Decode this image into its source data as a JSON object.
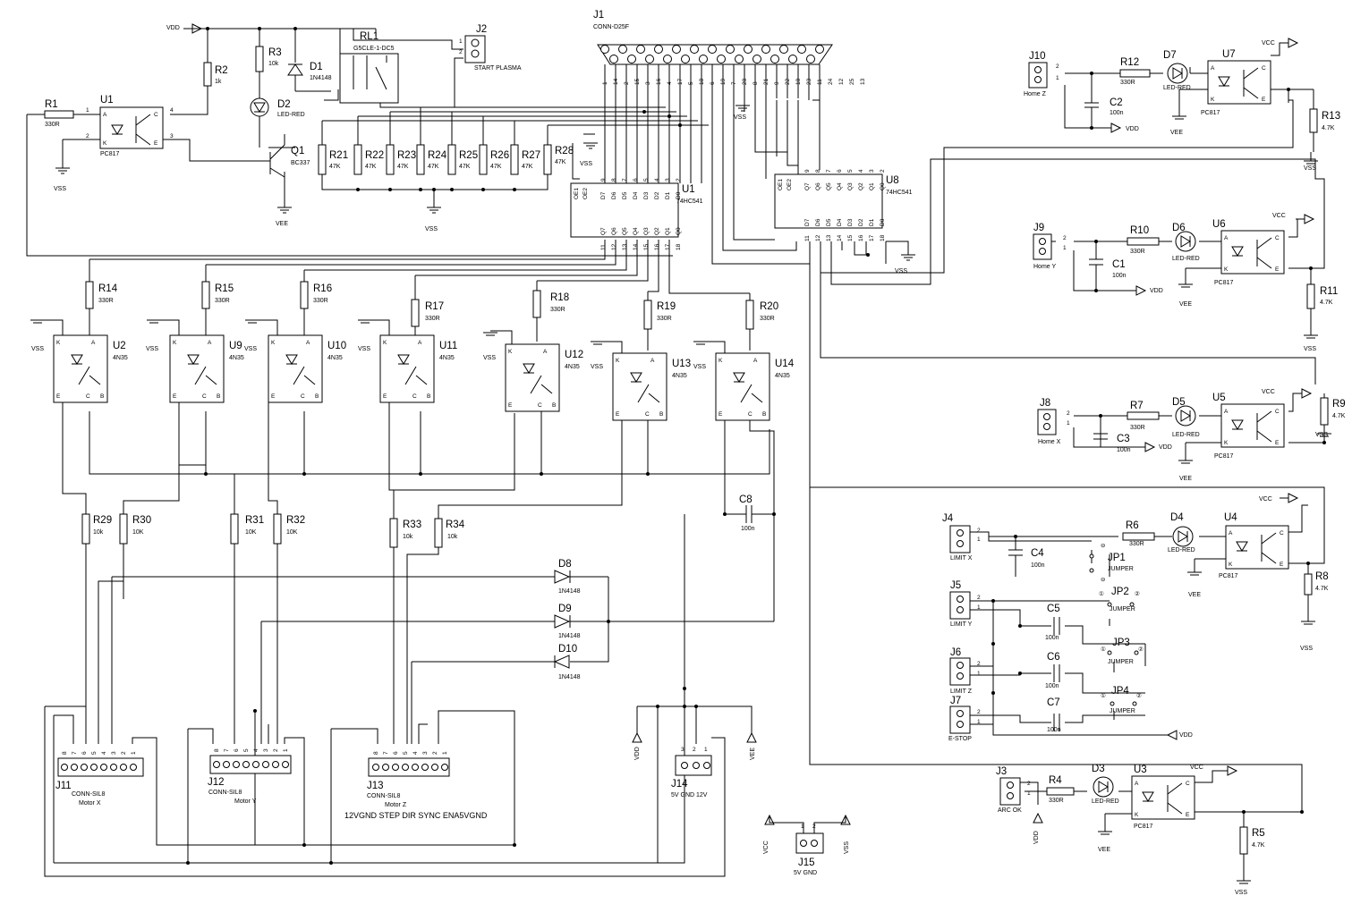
{
  "rails": {
    "vdd": "VDD",
    "vcc": "VCC",
    "vss": "VSS",
    "vee": "VEE"
  },
  "connectors": {
    "j1": {
      "ref": "J1",
      "value": "CONN-D25F",
      "pins_top": [
        "14",
        "15",
        "16",
        "17",
        "18",
        "19",
        "20",
        "21",
        "22",
        "23",
        "24",
        "25"
      ],
      "pins_bottom": [
        "1",
        "2",
        "3",
        "4",
        "5",
        "6",
        "7",
        "8",
        "9",
        "10",
        "11",
        "12",
        "13"
      ]
    },
    "j2": {
      "ref": "J2",
      "label": "START PLASMA"
    },
    "j3": {
      "ref": "J3",
      "label": "ARC OK"
    },
    "j4": {
      "ref": "J4",
      "label": "LIMIT X"
    },
    "j5": {
      "ref": "J5",
      "label": "LIMIT Y"
    },
    "j6": {
      "ref": "J6",
      "label": "LIMIT Z"
    },
    "j7": {
      "ref": "J7",
      "label": "E-STOP"
    },
    "j8": {
      "ref": "J8",
      "label": "Home X"
    },
    "j9": {
      "ref": "J9",
      "label": "Home Y"
    },
    "j10": {
      "ref": "J10",
      "label": "Home Z"
    },
    "j11": {
      "ref": "J11",
      "value": "CONN-SIL8",
      "label": "Motor X"
    },
    "j12": {
      "ref": "J12",
      "value": "CONN-SIL8",
      "label": "Motor Y"
    },
    "j13": {
      "ref": "J13",
      "value": "CONN-SIL8",
      "label": "Motor Z",
      "pin_legend": "12VGND STEP DIR SYNC ENA5VGND"
    },
    "j14": {
      "ref": "J14",
      "label": "5V GND 12V"
    },
    "j15": {
      "ref": "J15",
      "label": "5V GND"
    }
  },
  "ics": {
    "u1": {
      "ref": "U1",
      "value": "PC817"
    },
    "u1b": {
      "ref": "U1",
      "value": "74HC541"
    },
    "u8": {
      "ref": "U8",
      "value": "74HC541"
    },
    "u2": {
      "ref": "U2",
      "value": "4N35"
    },
    "u9": {
      "ref": "U9",
      "value": "4N35"
    },
    "u10": {
      "ref": "U10",
      "value": "4N35"
    },
    "u11": {
      "ref": "U11",
      "value": "4N35"
    },
    "u12": {
      "ref": "U12",
      "value": "4N35"
    },
    "u13": {
      "ref": "U13",
      "value": "4N35"
    },
    "u14": {
      "ref": "U14",
      "value": "4N35"
    },
    "u3": {
      "ref": "U3",
      "value": "PC817"
    },
    "u4": {
      "ref": "U4",
      "value": "PC817"
    },
    "u5": {
      "ref": "U5",
      "value": "PC817"
    },
    "u6": {
      "ref": "U6",
      "value": "PC817"
    },
    "u7": {
      "ref": "U7",
      "value": "PC817"
    },
    "rl1": {
      "ref": "RL1",
      "value": "G5CLE-1-DC5"
    },
    "q1": {
      "ref": "Q1",
      "value": "BC337"
    }
  },
  "resistors": {
    "r1": {
      "ref": "R1",
      "value": "330R"
    },
    "r2": {
      "ref": "R2",
      "value": "1k"
    },
    "r3": {
      "ref": "R3",
      "value": "10k"
    },
    "r4": {
      "ref": "R4",
      "value": "330R"
    },
    "r5": {
      "ref": "R5",
      "value": "4.7K"
    },
    "r6": {
      "ref": "R6",
      "value": "330R"
    },
    "r7": {
      "ref": "R7",
      "value": "330R"
    },
    "r8": {
      "ref": "R8",
      "value": "4.7K"
    },
    "r9": {
      "ref": "R9",
      "value": "4.7K"
    },
    "r10": {
      "ref": "R10",
      "value": "330R"
    },
    "r11": {
      "ref": "R11",
      "value": "4.7K"
    },
    "r12": {
      "ref": "R12",
      "value": "330R"
    },
    "r13": {
      "ref": "R13",
      "value": "4.7K"
    },
    "r14": {
      "ref": "R14",
      "value": "330R"
    },
    "r15": {
      "ref": "R15",
      "value": "330R"
    },
    "r16": {
      "ref": "R16",
      "value": "330R"
    },
    "r17": {
      "ref": "R17",
      "value": "330R"
    },
    "r18": {
      "ref": "R18",
      "value": "330R"
    },
    "r19": {
      "ref": "R19",
      "value": "330R"
    },
    "r20": {
      "ref": "R20",
      "value": "330R"
    },
    "r21": {
      "ref": "R21",
      "value": "47K"
    },
    "r22": {
      "ref": "R22",
      "value": "47K"
    },
    "r23": {
      "ref": "R23",
      "value": "47K"
    },
    "r24": {
      "ref": "R24",
      "value": "47K"
    },
    "r25": {
      "ref": "R25",
      "value": "47K"
    },
    "r26": {
      "ref": "R26",
      "value": "47K"
    },
    "r27": {
      "ref": "R27",
      "value": "47K"
    },
    "r28": {
      "ref": "R28",
      "value": "47K"
    },
    "r29": {
      "ref": "R29",
      "value": "10k"
    },
    "r30": {
      "ref": "R30",
      "value": "10K"
    },
    "r31": {
      "ref": "R31",
      "value": "10K"
    },
    "r32": {
      "ref": "R32",
      "value": "10K"
    },
    "r33": {
      "ref": "R33",
      "value": "10k"
    },
    "r34": {
      "ref": "R34",
      "value": "10k"
    }
  },
  "capacitors": {
    "c1": {
      "ref": "C1",
      "value": "100n"
    },
    "c2": {
      "ref": "C2",
      "value": "100n"
    },
    "c3": {
      "ref": "C3",
      "value": "100n"
    },
    "c4": {
      "ref": "C4",
      "value": "100n"
    },
    "c5": {
      "ref": "C5",
      "value": "100n"
    },
    "c6": {
      "ref": "C6",
      "value": "100n"
    },
    "c7": {
      "ref": "C7",
      "value": "100n"
    },
    "c8": {
      "ref": "C8",
      "value": "100n"
    }
  },
  "diodes": {
    "d1": {
      "ref": "D1",
      "value": "1N4148"
    },
    "d2": {
      "ref": "D2",
      "value": "LED-RED"
    },
    "d3": {
      "ref": "D3",
      "value": "LED-RED"
    },
    "d4": {
      "ref": "D4",
      "value": "LED-RED"
    },
    "d5": {
      "ref": "D5",
      "value": "LED-RED"
    },
    "d6": {
      "ref": "D6",
      "value": "LED-RED"
    },
    "d7": {
      "ref": "D7",
      "value": "LED-RED"
    },
    "d8": {
      "ref": "D8",
      "value": "1N4148"
    },
    "d9": {
      "ref": "D9",
      "value": "1N4148"
    },
    "d10": {
      "ref": "D10",
      "value": "1N4148"
    }
  },
  "jumpers": {
    "jp1": {
      "ref": "JP1",
      "value": "JUMPER"
    },
    "jp2": {
      "ref": "JP2",
      "value": "JUMPER"
    },
    "jp3": {
      "ref": "JP3",
      "value": "JUMPER"
    },
    "jp4": {
      "ref": "JP4",
      "value": "JUMPER"
    }
  }
}
